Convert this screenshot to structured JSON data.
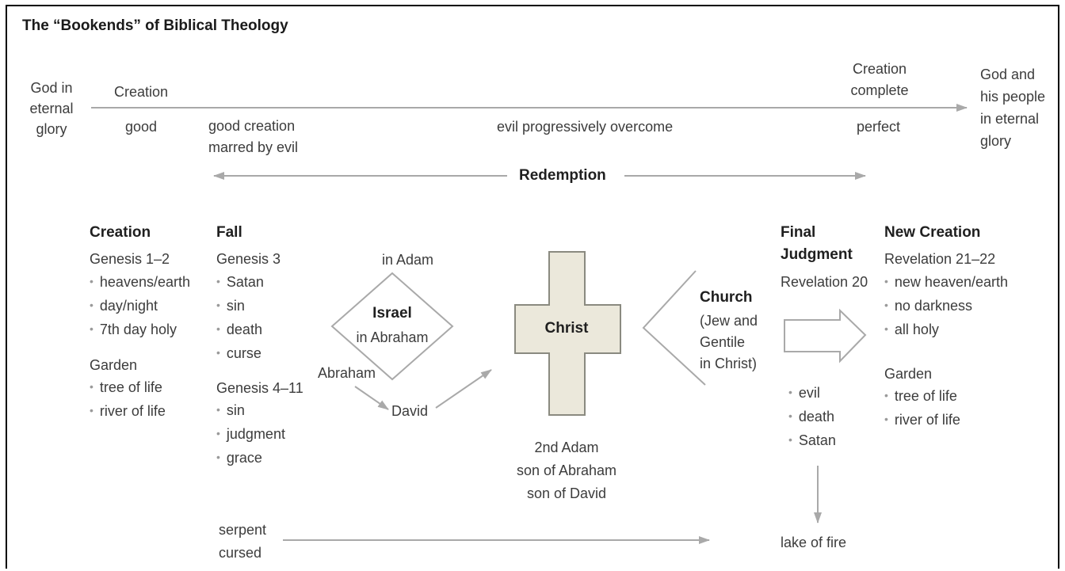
{
  "title": "The “Bookends” of Biblical Theology",
  "timeline": {
    "start": "God in\neternal\nglory",
    "creation": "Creation",
    "creation_complete": "Creation\ncomplete",
    "end": "God and\nhis people\nin eternal\nglory",
    "good": "good",
    "marred": "good creation\nmarred by evil",
    "overcome": "evil progressively overcome",
    "perfect": "perfect",
    "redemption": "Redemption"
  },
  "creation_col": {
    "heading": "Creation",
    "ref": "Genesis 1–2",
    "items": [
      "heavens/earth",
      "day/night",
      "7th day holy"
    ],
    "garden": "Garden",
    "garden_items": [
      "tree of life",
      "river of life"
    ]
  },
  "fall_col": {
    "heading": "Fall",
    "ref": "Genesis 3",
    "items": [
      "Satan",
      "sin",
      "death",
      "curse"
    ],
    "ref2": "Genesis 4–11",
    "items2": [
      "sin",
      "judgment",
      "grace"
    ]
  },
  "israel": {
    "in_adam": "in Adam",
    "name": "Israel",
    "sub": "in Abraham",
    "abraham": "Abraham",
    "david": "David"
  },
  "christ": {
    "name": "Christ",
    "caption": "2nd Adam\nson of Abraham\nson of David"
  },
  "church": {
    "name": "Church",
    "sub": "(Jew and\nGentile\nin Christ)"
  },
  "judgment_col": {
    "heading": "Final\nJudgment",
    "ref": "Revelation 20",
    "items": [
      "evil",
      "death",
      "Satan"
    ],
    "lake": "lake of fire"
  },
  "newcreation_col": {
    "heading": "New Creation",
    "ref": "Revelation 21–22",
    "items": [
      "new heaven/earth",
      "no darkness",
      "all holy"
    ],
    "garden": "Garden",
    "garden_items": [
      "tree of life",
      "river of life"
    ]
  },
  "serpent": "serpent\ncursed",
  "colors": {
    "line": "#a9a9a9",
    "cross_fill": "#ebe8db",
    "cross_stroke": "#8a8a80",
    "text": "#3c3c3c"
  }
}
